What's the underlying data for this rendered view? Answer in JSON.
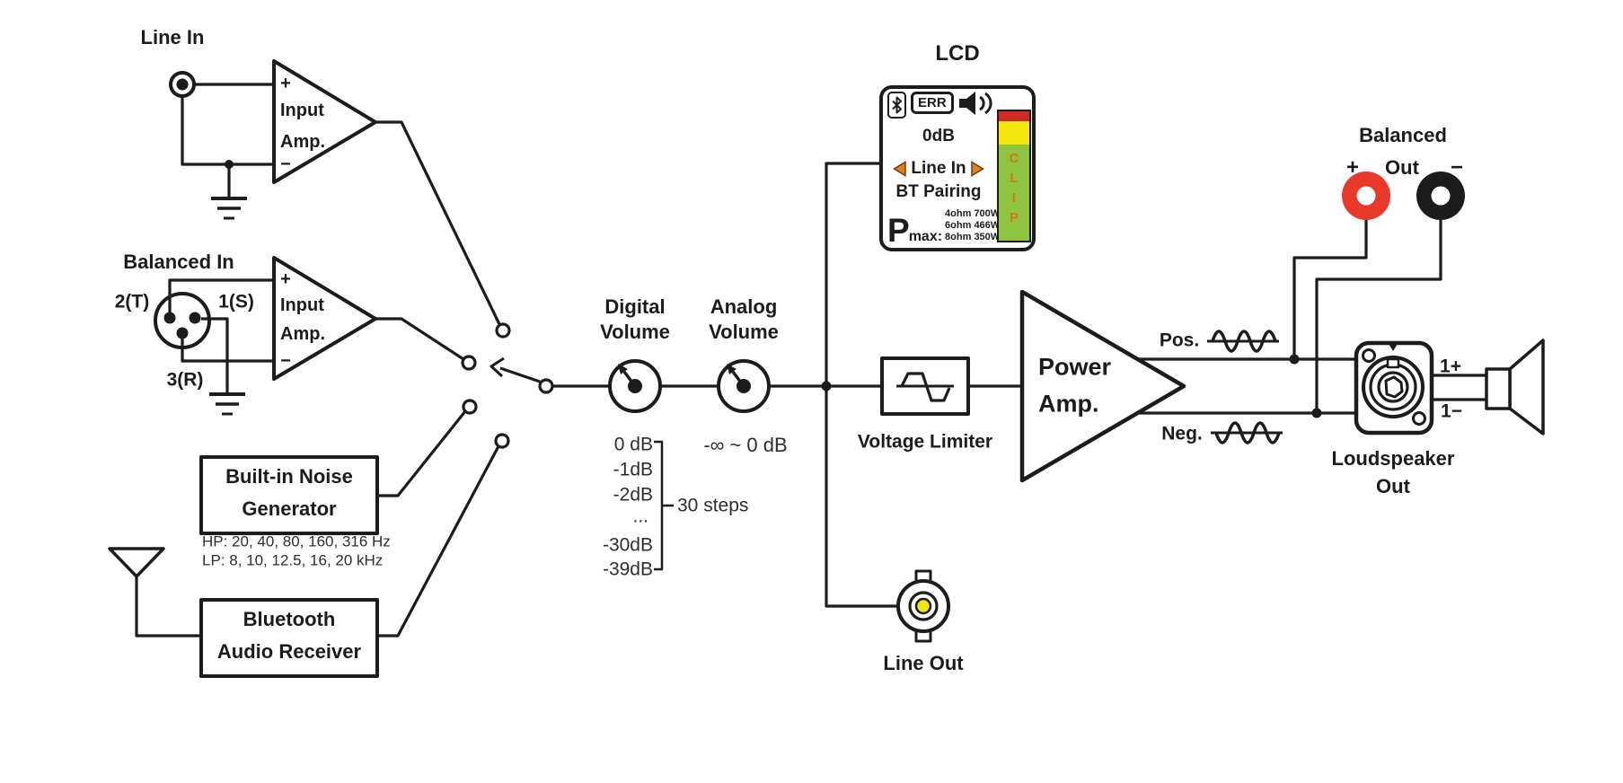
{
  "inputs": {
    "line_in": {
      "label": "Line In"
    },
    "balanced_in": {
      "label": "Balanced In",
      "pin_2": "2(T)",
      "pin_1": "1(S)",
      "pin_3": "3(R)"
    },
    "input_amp": {
      "plus": "+",
      "minus": "−",
      "line1": "Input",
      "line2": "Amp."
    },
    "noise_generator": {
      "line1": "Built-in Noise",
      "line2": "Generator",
      "hp_freqs": "HP: 20, 40, 80, 160, 316 Hz",
      "lp_freqs": "LP: 8, 10, 12.5, 16, 20 kHz"
    },
    "bluetooth_receiver": {
      "line1": "Bluetooth",
      "line2": "Audio Receiver"
    }
  },
  "volume": {
    "digital": {
      "label1": "Digital",
      "label2": "Volume",
      "steps": [
        "0 dB",
        "-1dB",
        "-2dB",
        "...",
        "-30dB",
        "-39dB"
      ],
      "steps_note": "30 steps"
    },
    "analog": {
      "label1": "Analog",
      "label2": "Volume",
      "range": "-∞ ~ 0 dB"
    }
  },
  "lcd": {
    "title": "LCD",
    "err": "ERR",
    "level": "0dB",
    "source": "Line In",
    "pairing": "BT Pairing",
    "pmax_p": "P",
    "pmax_sub": "max:",
    "pmax_values": [
      "4ohm 700W",
      "6ohm 466W",
      "8ohm 350W"
    ],
    "clip": [
      "C",
      "L",
      "I",
      "P"
    ]
  },
  "limiter": {
    "label": "Voltage Limiter"
  },
  "power_amp": {
    "line1": "Power",
    "line2": "Amp."
  },
  "outputs": {
    "pos": "Pos.",
    "neg": "Neg.",
    "balanced": {
      "title": "Balanced",
      "plus": "+",
      "out": "Out",
      "minus": "−"
    },
    "loudspeaker": {
      "pin_pos": "1+",
      "pin_neg": "1−",
      "label1": "Loudspeaker",
      "label2": "Out"
    },
    "line_out": {
      "label": "Line Out"
    }
  },
  "colors": {
    "stroke": "#1c1c1c",
    "connector_red": "#e8392b",
    "connector_black": "#1c1c1c",
    "lcd_arrow_orange": "#e0811f",
    "clip_red": "#cf2a24",
    "clip_yellow": "#f4e50c",
    "clip_green": "#8fc43e",
    "clip_text_orange": "#d4761c",
    "lineout_yellow": "#f2e40c"
  },
  "icons": {
    "bluetooth": "bluetooth-icon",
    "speaker": "speaker-volume-icon",
    "antenna": "antenna-icon",
    "ground": "ground-icon",
    "rca": "rca-connector-icon",
    "xlr": "xlr-connector-icon",
    "knob": "volume-knob-icon",
    "speakon": "speakon-connector-icon",
    "bnc": "bnc-connector-icon"
  }
}
